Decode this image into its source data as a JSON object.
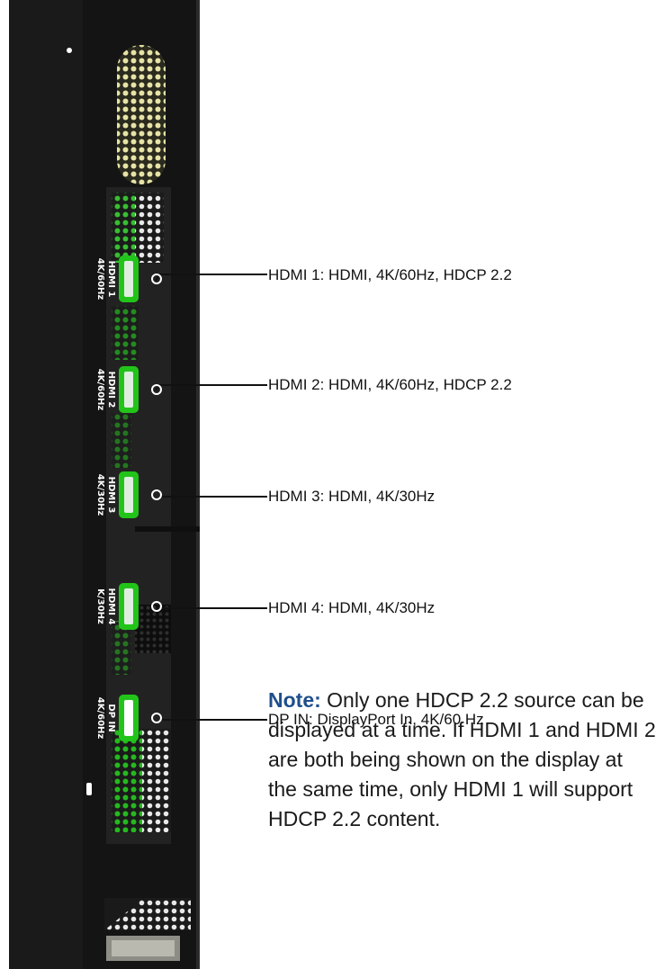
{
  "ports": [
    {
      "label_line1": "HDMI 1",
      "label_line2": "4K/60Hz",
      "type": "hdmi"
    },
    {
      "label_line1": "HDMI 2",
      "label_line2": "4K/60Hz",
      "type": "hdmi"
    },
    {
      "label_line1": "HDMI 3",
      "label_line2": "4K/30Hz",
      "type": "hdmi"
    },
    {
      "label_line1": "HDMI 4",
      "label_line2": "K/30Hz",
      "type": "hdmi"
    },
    {
      "label_line1": "DP IN",
      "label_line2": "4K/60Hz",
      "type": "displayport"
    }
  ],
  "callouts": [
    "HDMI 1: HDMI, 4K/60Hz, HDCP 2.2",
    "HDMI 2: HDMI, 4K/60Hz, HDCP 2.2",
    "HDMI 3: HDMI, 4K/30Hz",
    "HDMI 4: HDMI, 4K/30Hz",
    "DP IN: DisplayPort In, 4K/60 Hz"
  ],
  "note": {
    "prefix": "Note:",
    "text": "Only one HDCP 2.2 source can be displayed at a time. If HDMI 1 and HDMI 2 are both being shown on the display at the same time, only HDMI 1 will support HDCP 2.2 content."
  },
  "colors": {
    "panel": "#1a1a1a",
    "port_green": "#22c41a",
    "note_prefix": "#1f4e8c",
    "vent_yellow": "#e7e3a6"
  }
}
